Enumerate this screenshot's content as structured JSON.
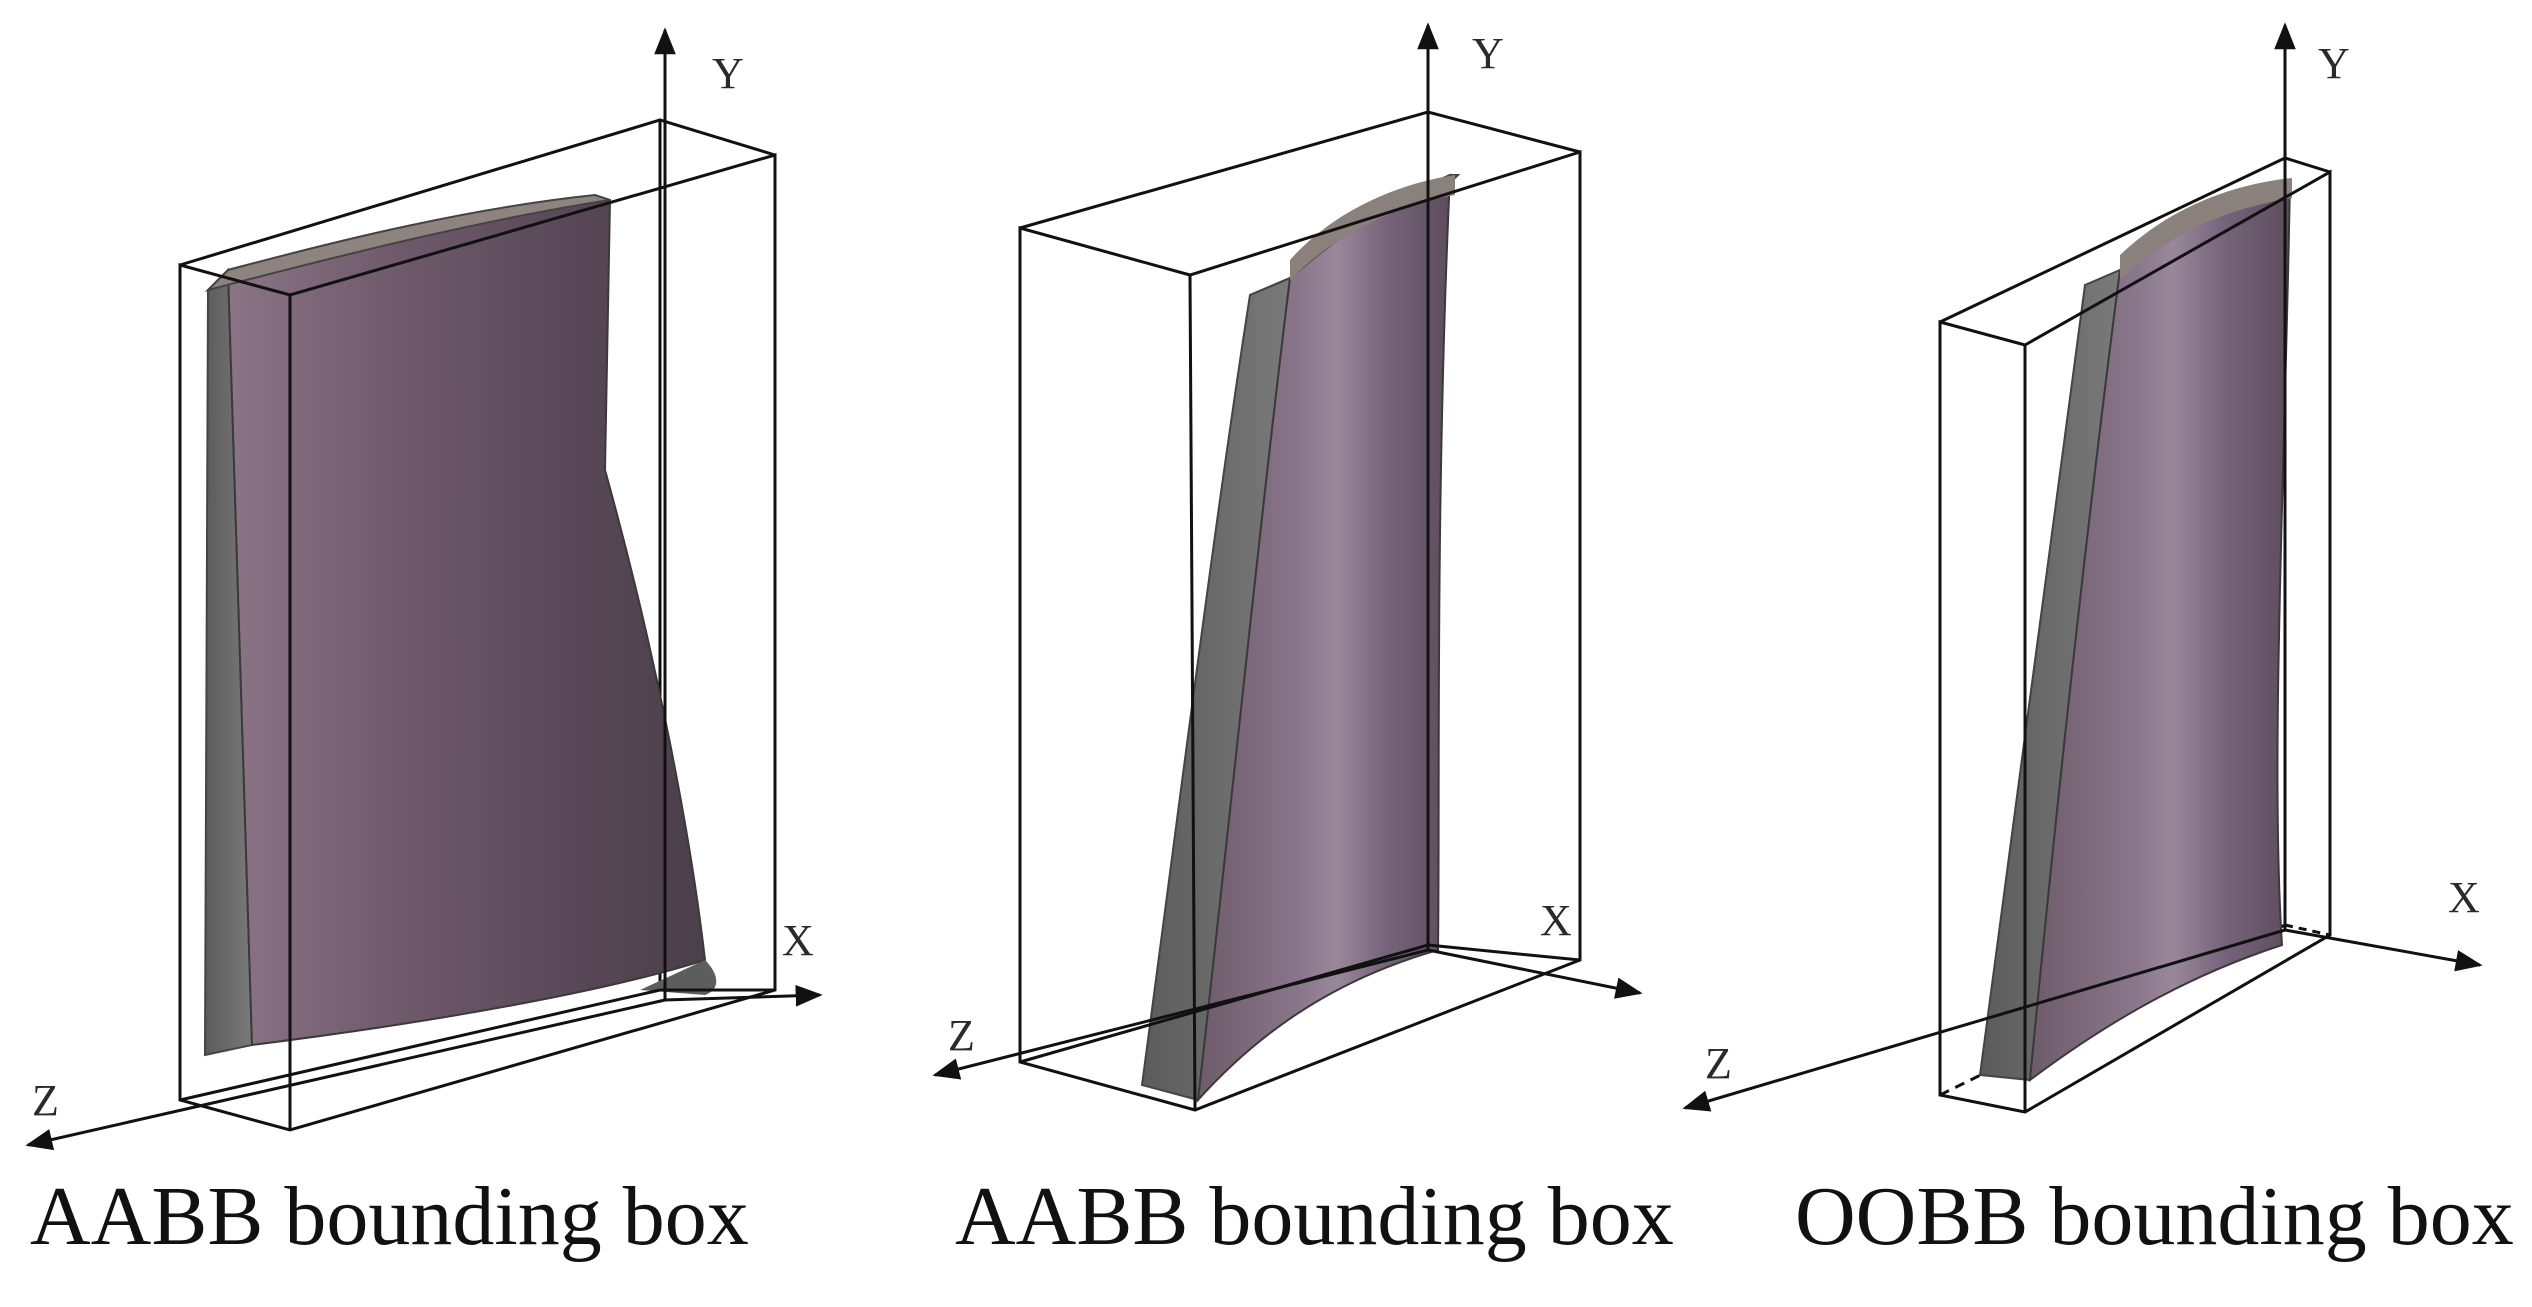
{
  "panels": [
    {
      "caption": "AABB bounding box",
      "axes": {
        "y": "Y",
        "x": "X",
        "z": "Z"
      }
    },
    {
      "caption": "AABB bounding box",
      "axes": {
        "y": "Y",
        "x": "X",
        "z": "Z"
      }
    },
    {
      "caption": "OOBB bounding box",
      "axes": {
        "y": "Y",
        "x": "X",
        "z": "Z"
      }
    }
  ],
  "colors": {
    "blade_face": "#6e5a6a",
    "blade_edge": "#5f5f5f",
    "blade_top": "#8a7f7a",
    "box_lines": "#111111"
  }
}
